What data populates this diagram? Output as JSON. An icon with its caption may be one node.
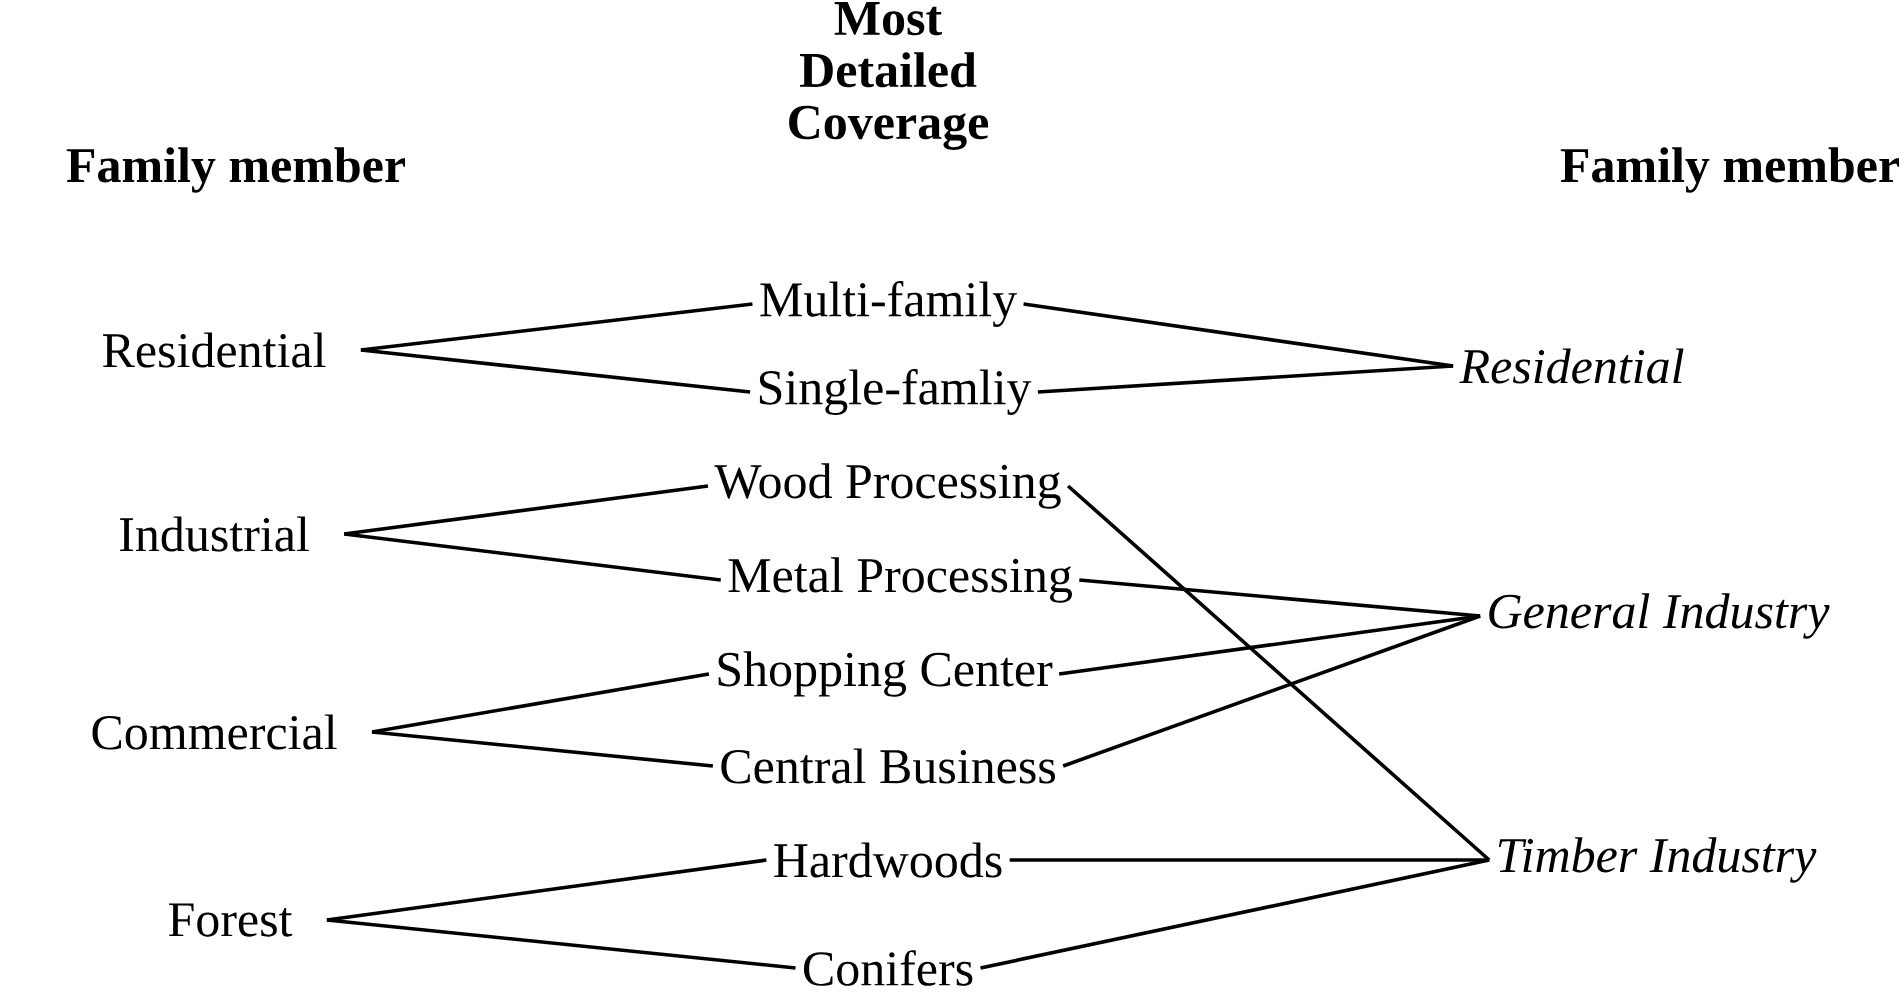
{
  "diagram": {
    "nodes": [
      {
        "text": [
          "Residential"
        ]
      },
      {
        "text": [
          "Industrial"
        ]
      },
      {
        "text": [
          "Commercial"
        ]
      },
      {
        "text": [
          "Forest"
        ]
      },
      {
        "text": [
          "Multi-family"
        ]
      },
      {
        "text": [
          "Single-famliy"
        ]
      },
      {
        "text": [
          "Wood Processing"
        ]
      },
      {
        "text": [
          "Metal Processing"
        ]
      },
      {
        "text": [
          "Shopping Center"
        ]
      },
      {
        "text": [
          "Central Business"
        ]
      },
      {
        "text": [
          "Hardwoods"
        ]
      },
      {
        "text": [
          "Conifers"
        ]
      },
      {
        "text": [
          "Residential"
        ]
      },
      {
        "text": [
          "General Industry"
        ]
      },
      {
        "text": [
          "Timber Industry"
        ]
      }
    ],
    "edges": [
      {
        "from": 0,
        "to": 4,
        "arrow": "none"
      },
      {
        "from": 0,
        "to": 5,
        "arrow": "none"
      },
      {
        "from": 1,
        "to": 6,
        "arrow": "none"
      },
      {
        "from": 1,
        "to": 7,
        "arrow": "none"
      },
      {
        "from": 2,
        "to": 8,
        "arrow": "none"
      },
      {
        "from": 2,
        "to": 9,
        "arrow": "none"
      },
      {
        "from": 3,
        "to": 10,
        "arrow": "none"
      },
      {
        "from": 3,
        "to": 11,
        "arrow": "none"
      },
      {
        "from": 4,
        "to": 12,
        "arrow": "none"
      },
      {
        "from": 5,
        "to": 12,
        "arrow": "none"
      },
      {
        "from": 6,
        "to": 14,
        "arrow": "none"
      },
      {
        "from": 7,
        "to": 13,
        "arrow": "none"
      },
      {
        "from": 8,
        "to": 13,
        "arrow": "none"
      },
      {
        "from": 9,
        "to": 13,
        "arrow": "none"
      },
      {
        "from": 10,
        "to": 14,
        "arrow": "none"
      },
      {
        "from": 11,
        "to": 14,
        "arrow": "none"
      }
    ],
    "labels": [
      "Most Detailed Coverage",
      "Family member",
      "Family member"
    ]
  }
}
